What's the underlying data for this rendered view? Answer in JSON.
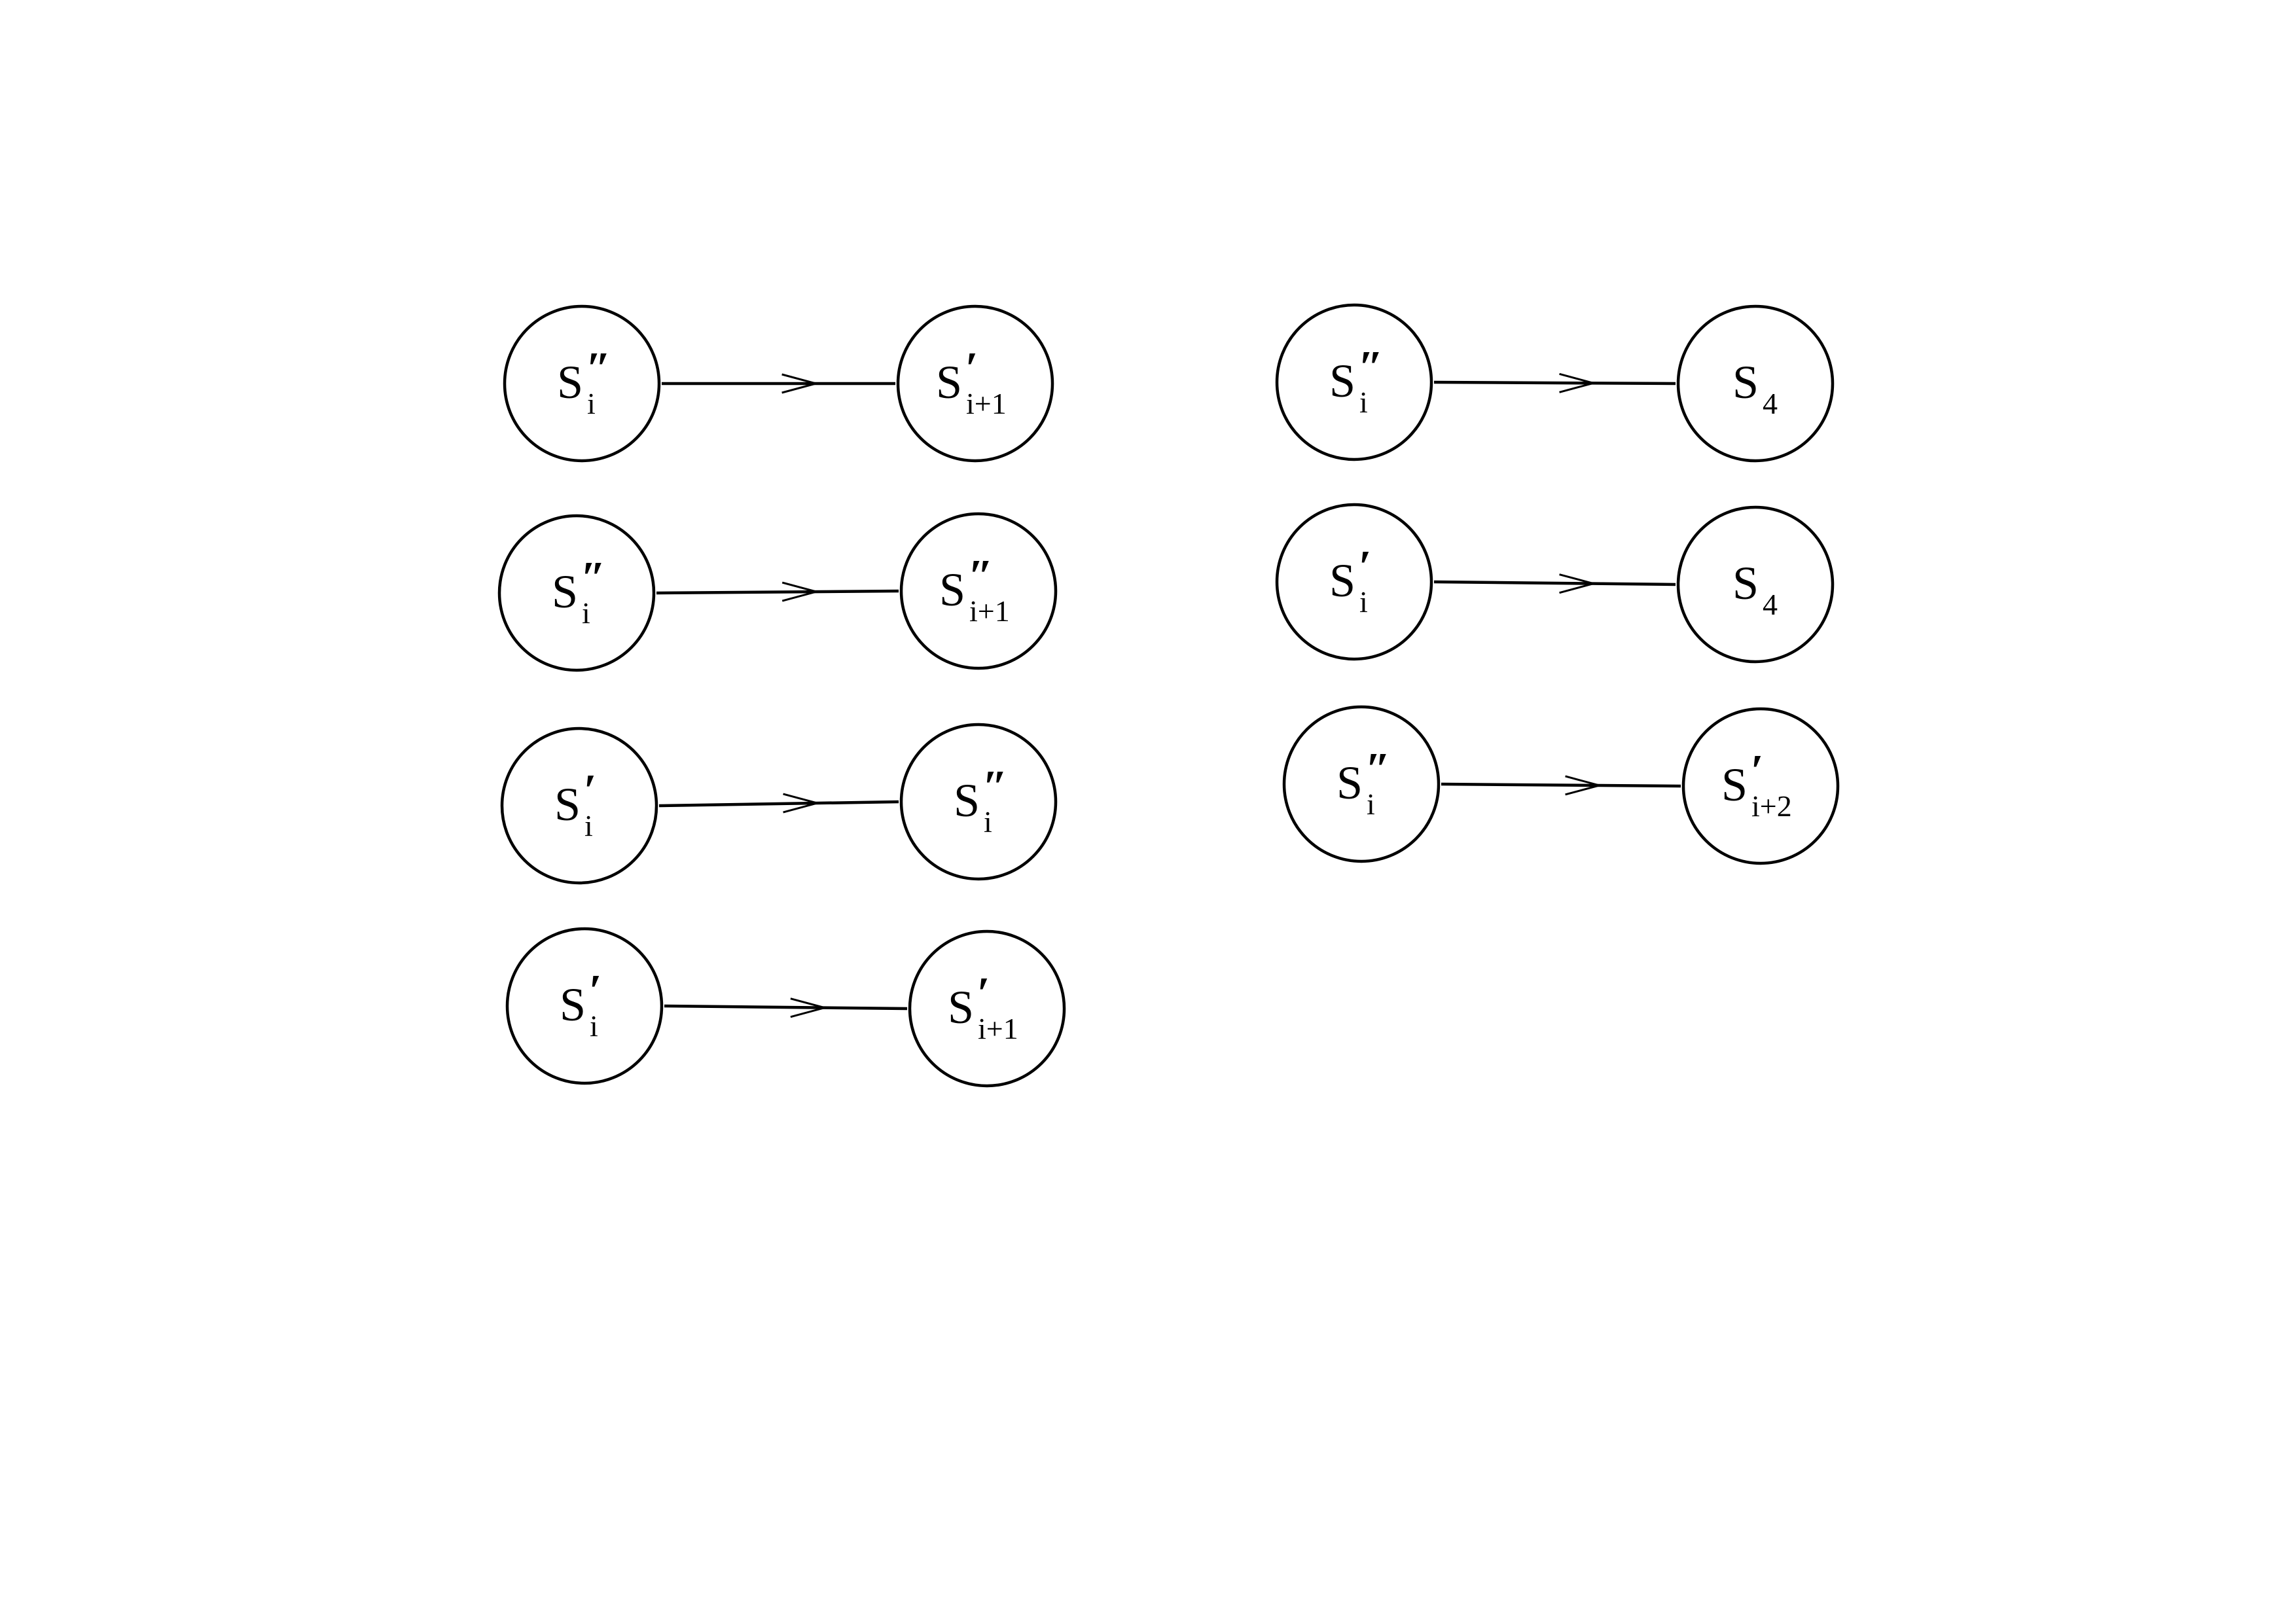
{
  "diagram": {
    "edges": [
      {
        "source": {
          "base": "S",
          "prime": "″",
          "sub": "i"
        },
        "target": {
          "base": "S",
          "prime": "′",
          "sub": "i+1"
        }
      },
      {
        "source": {
          "base": "S",
          "prime": "″",
          "sub": "i"
        },
        "target": {
          "base": "S",
          "prime": "″",
          "sub": "i+1"
        }
      },
      {
        "source": {
          "base": "S",
          "prime": "′",
          "sub": "i"
        },
        "target": {
          "base": "S",
          "prime": "″",
          "sub": "i"
        }
      },
      {
        "source": {
          "base": "S",
          "prime": "′",
          "sub": "i"
        },
        "target": {
          "base": "S",
          "prime": "′",
          "sub": "i+1"
        }
      },
      {
        "source": {
          "base": "S",
          "prime": "″",
          "sub": "i"
        },
        "target": {
          "base": "S",
          "prime": "",
          "sub": "4"
        }
      },
      {
        "source": {
          "base": "S",
          "prime": "′",
          "sub": "i"
        },
        "target": {
          "base": "S",
          "prime": "",
          "sub": "4"
        }
      },
      {
        "source": {
          "base": "S",
          "prime": "″",
          "sub": "i"
        },
        "target": {
          "base": "S",
          "prime": "′",
          "sub": "i+2"
        }
      }
    ]
  }
}
